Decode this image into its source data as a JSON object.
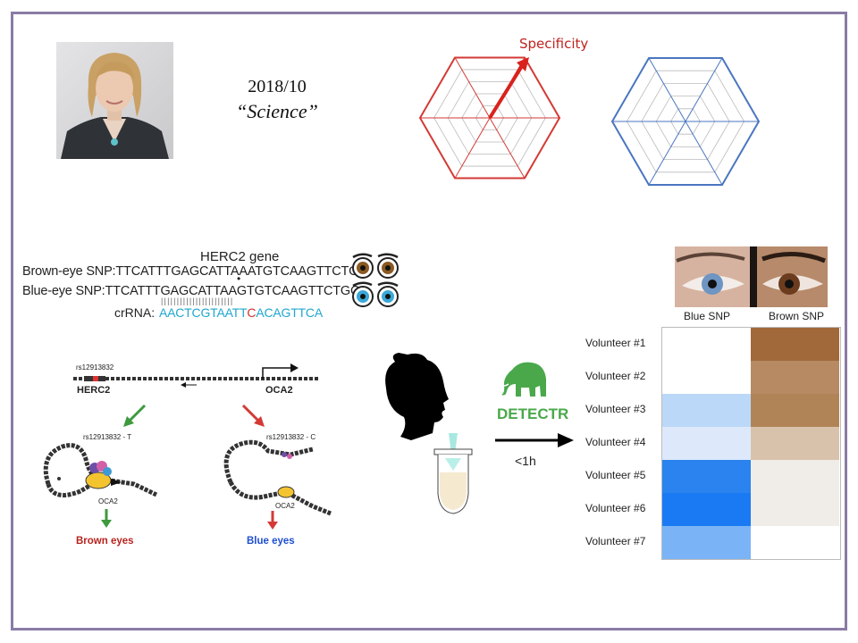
{
  "header": {
    "date": "2018/10",
    "journal": "“Science”"
  },
  "radar": {
    "axis_label": "Specificity",
    "red_color": "#d33a35",
    "blue_color": "#4a76c0"
  },
  "sequence": {
    "title": "HERC2 gene",
    "rows": [
      {
        "label": "Brown-eye SNP:",
        "seq": "TTCATTTGAGCATTAAATGTCAAGTTCTGC"
      },
      {
        "label": "Blue-eye SNP:",
        "seq": "TTCATTTGAGCATTAAGTGTCAAGTTCTGC"
      }
    ],
    "crrna_label": "crRNA:",
    "crrna_pre": "AACTCGTAATT",
    "crrna_mut": "C",
    "crrna_post": "ACAGTTCA"
  },
  "genes": {
    "snp_id": "rs12913832",
    "herc2": "HERC2",
    "oca2": "OCA2",
    "loop_left_snp": "rs12913832 - T",
    "loop_right_snp": "rs12913832 - C",
    "loop_gene": "OCA2",
    "brown_outcome": "Brown eyes",
    "blue_outcome": "Blue eyes"
  },
  "assay": {
    "name": "DETECTR",
    "time": "<1h"
  },
  "table": {
    "columns": [
      "Blue SNP",
      "Brown SNP"
    ],
    "rows": [
      {
        "label": "Volunteer #1",
        "blue": "#ffffff",
        "brown": "#a1693a"
      },
      {
        "label": "Volunteer #2",
        "blue": "#ffffff",
        "brown": "#b78a64"
      },
      {
        "label": "Volunteer #3",
        "blue": "#bcd8f8",
        "brown": "#b08456"
      },
      {
        "label": "Volunteer #4",
        "blue": "#dde9fb",
        "brown": "#d8c2ab"
      },
      {
        "label": "Volunteer #5",
        "blue": "#2a83ee",
        "brown": "#f0ede9"
      },
      {
        "label": "Volunteer #6",
        "blue": "#1a7af3",
        "brown": "#f0ece8"
      },
      {
        "label": "Volunteer #7",
        "blue": "#7bb4f6",
        "brown": "#ffffff"
      }
    ]
  }
}
